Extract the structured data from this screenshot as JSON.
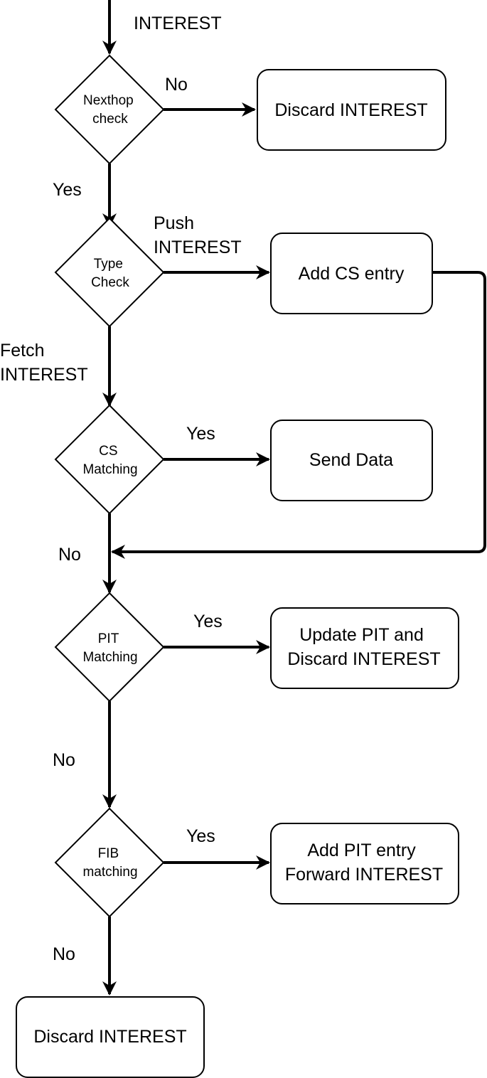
{
  "entry_label": "INTEREST",
  "decisions": {
    "nexthop": [
      "Nexthop",
      "check"
    ],
    "type": [
      "Type",
      "Check"
    ],
    "cs": [
      "CS",
      "Matching"
    ],
    "pit": [
      "PIT",
      "Matching"
    ],
    "fib": [
      "FIB",
      "matching"
    ]
  },
  "boxes": {
    "discard_top": [
      "Discard INTEREST"
    ],
    "add_cs": [
      "Add CS entry"
    ],
    "send_data": [
      "Send Data"
    ],
    "update_pit": [
      "Update PIT and",
      "Discard INTEREST"
    ],
    "add_pit": [
      "Add PIT entry",
      "Forward INTEREST"
    ],
    "discard_bottom": [
      "Discard INTEREST"
    ]
  },
  "edge_labels": {
    "nexthop_no": [
      "No"
    ],
    "nexthop_yes": [
      "Yes"
    ],
    "push": [
      "Push",
      "INTEREST"
    ],
    "fetch": [
      "Fetch",
      "INTEREST"
    ],
    "cs_yes": [
      "Yes"
    ],
    "cs_no": [
      "No"
    ],
    "pit_yes": [
      "Yes"
    ],
    "pit_no": [
      "No"
    ],
    "fib_yes": [
      "Yes"
    ],
    "fib_no": [
      "No"
    ]
  }
}
